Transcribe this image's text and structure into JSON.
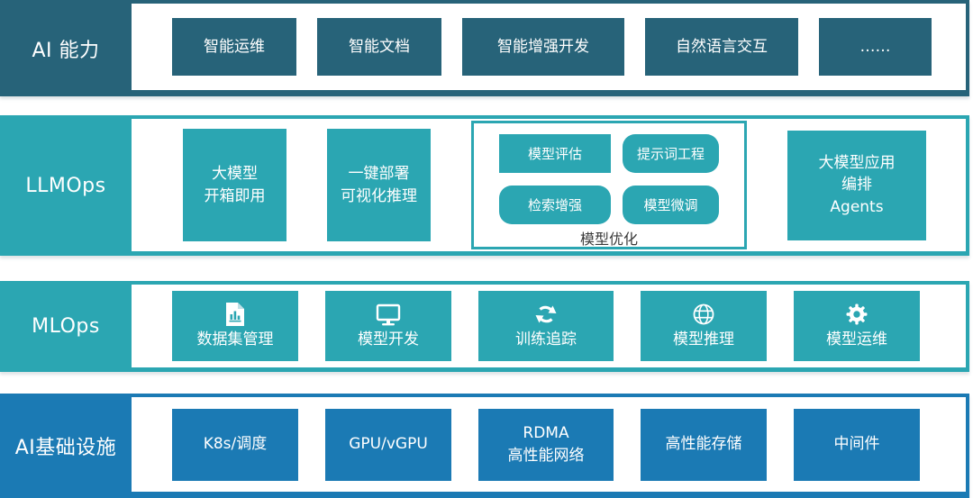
{
  "colors": {
    "dark_teal": "#276379",
    "teal": "#2BA6B2",
    "blue": "#1B7AB4",
    "caption_text": "#3A3A3A",
    "row_background": "#FFFFFF",
    "box_text": "#FFFFFF"
  },
  "rows": [
    {
      "label": "AI 能力",
      "boxes": [
        {
          "label": "智能运维"
        },
        {
          "label": "智能文档"
        },
        {
          "label": "智能增强开发"
        },
        {
          "label": "自然语言交互"
        },
        {
          "label": "……"
        }
      ]
    },
    {
      "label": "LLMOps",
      "boxes": [
        {
          "type": "square",
          "label": "大模型\n开箱即用"
        },
        {
          "type": "square",
          "label": "一键部署\n可视化推理"
        },
        {
          "type": "group",
          "caption": "模型优化",
          "pills": [
            {
              "label": "模型评估"
            },
            {
              "label": "提示词工程"
            },
            {
              "label": "检索增强"
            },
            {
              "label": "模型微调"
            }
          ]
        },
        {
          "type": "agents",
          "label": "大模型应用\n编排\nAgents"
        }
      ]
    },
    {
      "label": "MLOps",
      "boxes": [
        {
          "label": "数据集管理",
          "icon": "dataset-document-icon"
        },
        {
          "label": "模型开发",
          "icon": "monitor-icon"
        },
        {
          "label": "训练追踪",
          "icon": "sync-arrows-icon"
        },
        {
          "label": "模型推理",
          "icon": "globe-icon"
        },
        {
          "label": "模型运维",
          "icon": "gear-icon"
        }
      ]
    },
    {
      "label": "AI基础设施",
      "boxes": [
        {
          "label": "K8s/调度"
        },
        {
          "label": "GPU/vGPU"
        },
        {
          "label": "RDMA\n高性能网络"
        },
        {
          "label": "高性能存储"
        },
        {
          "label": "中间件"
        }
      ]
    }
  ]
}
